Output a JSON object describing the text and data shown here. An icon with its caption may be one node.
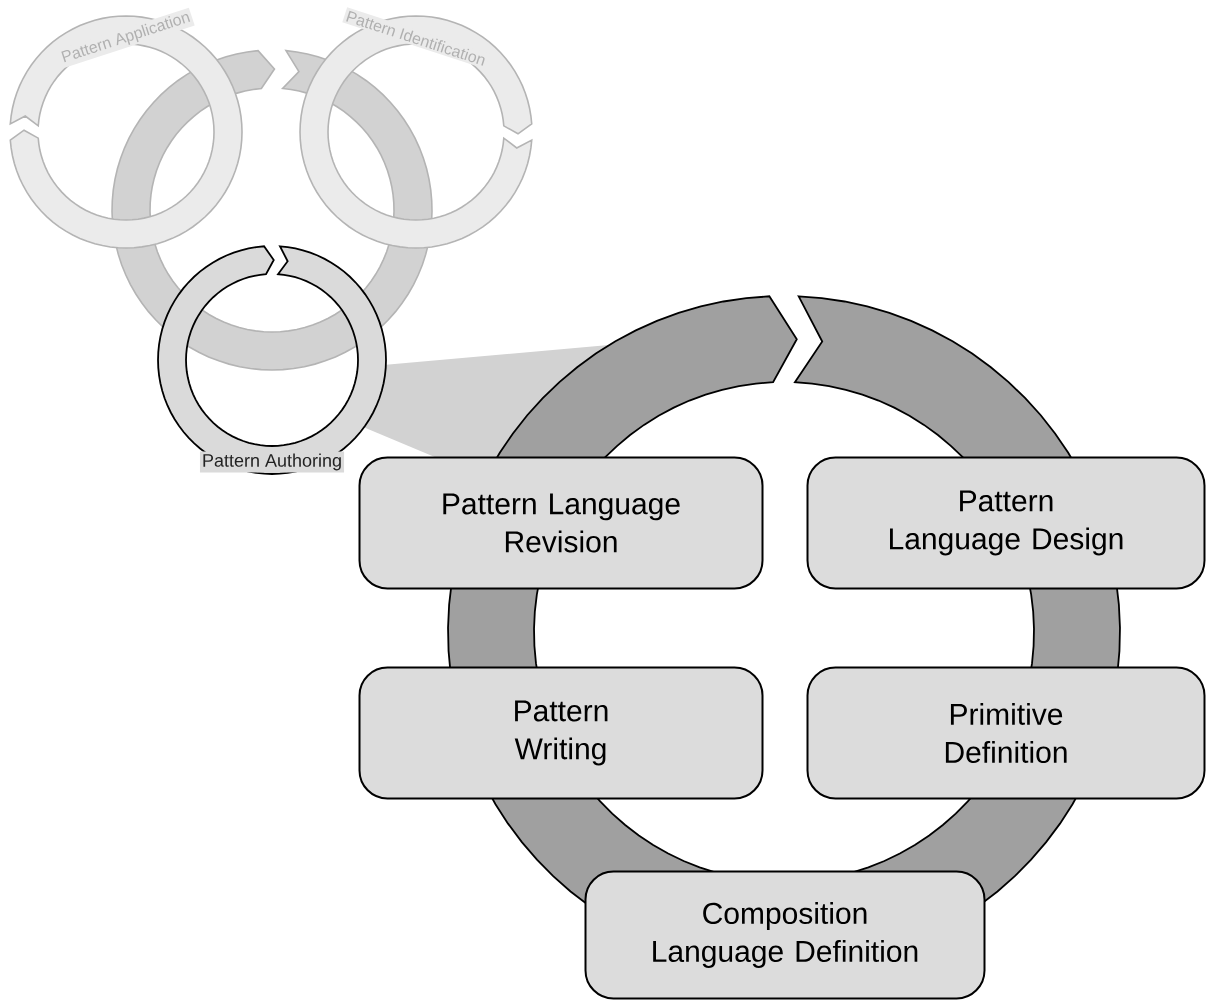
{
  "diagram": {
    "nodes": [
      {
        "text": [
          "Pattern Application"
        ]
      },
      {
        "text": [
          "Pattern Identification"
        ]
      },
      {
        "text": [
          "Pattern Authoring"
        ]
      },
      {
        "text": [
          "Pattern Language Revision"
        ]
      },
      {
        "text": [
          "Pattern Language Design"
        ]
      },
      {
        "text": [
          "Pattern Writing"
        ]
      },
      {
        "text": [
          "Primitive Definition"
        ]
      },
      {
        "text": [
          "Composition Language Definition"
        ]
      }
    ]
  }
}
